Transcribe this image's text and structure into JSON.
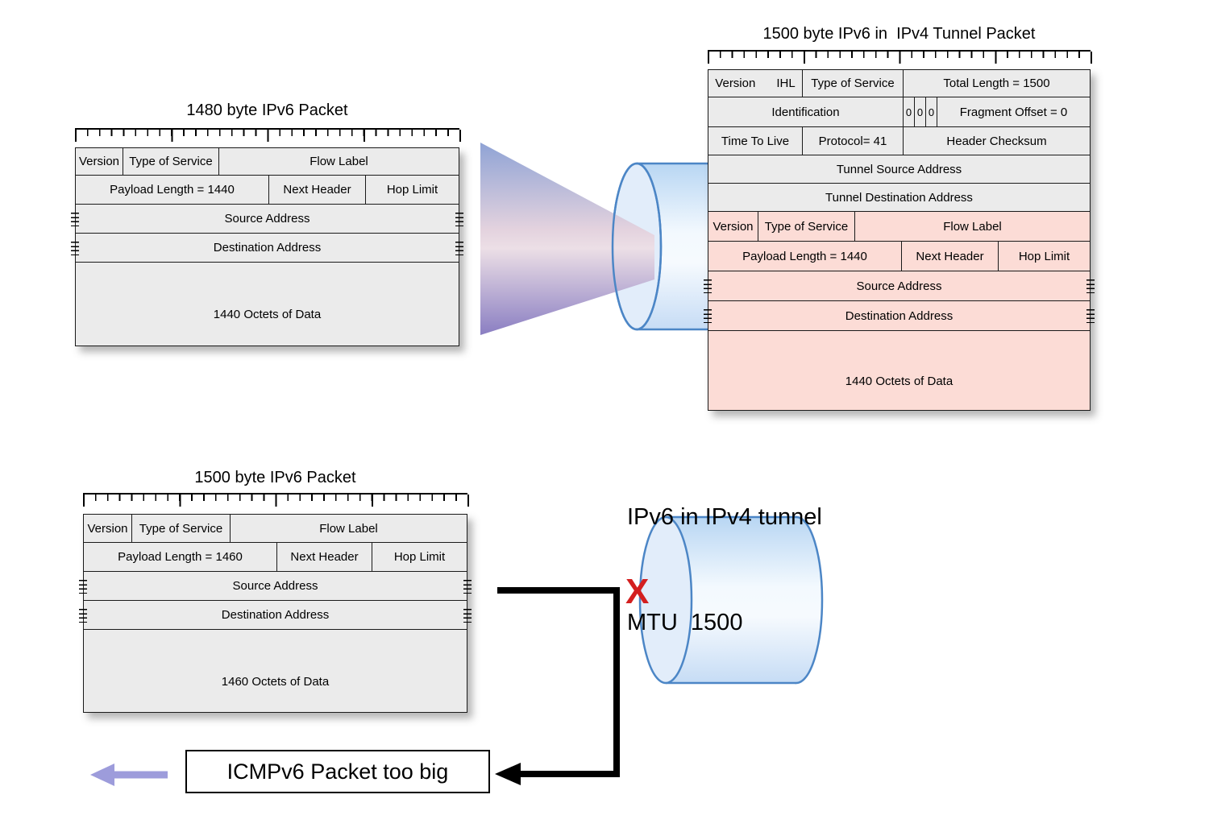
{
  "pkt1480": {
    "title": "1480 byte IPv6 Packet",
    "version": "Version",
    "tos": "Type of Service",
    "flow": "Flow Label",
    "payload": "Payload Length = 1440",
    "next": "Next Header",
    "hop": "Hop Limit",
    "src": "Source Address",
    "dst": "Destination Address",
    "data": "1440 Octets of Data"
  },
  "tunnelPkt": {
    "title": "1500 byte IPv6 in  IPv4 Tunnel Packet",
    "ipv4": {
      "version": "Version",
      "ihl": "IHL",
      "tos": "Type of Service",
      "total": "Total Length = 1500",
      "ident": "Identification",
      "flags": [
        "0",
        "0",
        "0"
      ],
      "frag": "Fragment Offset = 0",
      "ttl": "Time To Live",
      "protocol": "Protocol= 41",
      "checksum": "Header Checksum",
      "tsrc": "Tunnel Source Address",
      "tdst": "Tunnel Destination Address"
    },
    "ipv6": {
      "version": "Version",
      "tos": "Type of Service",
      "flow": "Flow Label",
      "payload": "Payload Length = 1440",
      "next": "Next Header",
      "hop": "Hop Limit",
      "src": "Source Address",
      "dst": "Destination Address",
      "data": "1440 Octets of Data"
    }
  },
  "pkt1500": {
    "title": "1500 byte IPv6 Packet",
    "version": "Version",
    "tos": "Type of Service",
    "flow": "Flow Label",
    "payload": "Payload Length = 1460",
    "next": "Next Header",
    "hop": "Hop Limit",
    "src": "Source Address",
    "dst": "Destination Address",
    "data": "1460 Octets of Data"
  },
  "tunnelCaption": {
    "line1": "IPv6 in IPv4 tunnel",
    "line2": "MTU  1500"
  },
  "icmp": {
    "label": "ICMPv6 Packet too big"
  },
  "marks": {
    "reject": "X"
  },
  "colors": {
    "ipv4_fill": "#ebebeb",
    "ipv6_fill": "#fcdcd6",
    "cylinder_stroke": "#4c86c6",
    "funnel_top": "#8fa3d5",
    "funnel_mid": "#ecdfe6",
    "funnel_bottom": "#8a7ec2",
    "arrow_black": "#000000",
    "arrow_purple": "#9d9cdb",
    "x_red": "#d31f1f"
  }
}
